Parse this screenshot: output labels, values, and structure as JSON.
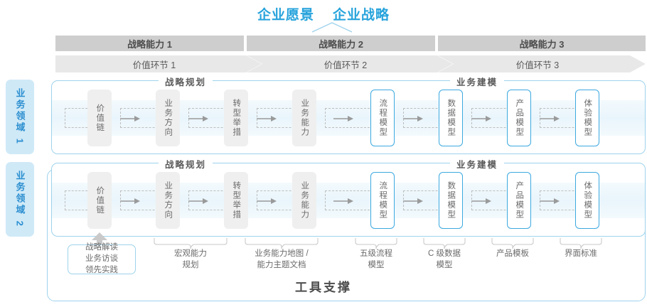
{
  "title": {
    "part1": "企业愿景",
    "part2": "企业战略"
  },
  "capabilities": [
    {
      "label": "战略能力 1"
    },
    {
      "label": "战略能力 2"
    },
    {
      "label": "战略能力 3"
    }
  ],
  "value_segments": [
    {
      "label": "价值环节 1"
    },
    {
      "label": "价值环节 2"
    },
    {
      "label": "价值环节 3"
    }
  ],
  "domains": [
    {
      "label": "业务领域 1"
    },
    {
      "label": "业务领域 2"
    }
  ],
  "sections": {
    "planning": "战略规划",
    "modeling": "业务建模"
  },
  "steps": {
    "planning": [
      {
        "label": "价值链"
      },
      {
        "label": "业务方向"
      },
      {
        "label": "转型举措"
      },
      {
        "label": "业务能力"
      }
    ],
    "modeling": [
      {
        "label": "流程模型"
      },
      {
        "label": "数据模型"
      },
      {
        "label": "产品模型"
      },
      {
        "label": "体验模型"
      }
    ]
  },
  "tools": {
    "primary": "战略解读\n业务访谈\n领先实践",
    "primary_lines": [
      "战略解读",
      "业务访谈",
      "领先实践"
    ],
    "items": [
      {
        "line1": "宏观能力",
        "line2": "规划"
      },
      {
        "line1": "业务能力地图 /",
        "line2": "能力主题文档"
      },
      {
        "line1": "五级流程",
        "line2": "模型"
      },
      {
        "line1": "C 级数据",
        "line2": "模型"
      },
      {
        "line1": "产品模板",
        "line2": ""
      },
      {
        "line1": "界面标准",
        "line2": ""
      }
    ]
  },
  "footer": {
    "title": "工具支撑"
  },
  "colors": {
    "accent_blue": "#27A3DC",
    "border_blue": "#9ED3EC",
    "box_blue": "#3CA9E0",
    "tag_bg": "#CFE9F7",
    "cap_bar": "#CECECE",
    "chev_bar": "#E8E8E8",
    "step_gray": "#EFEFEF",
    "text_gray": "#6B6B6B"
  }
}
